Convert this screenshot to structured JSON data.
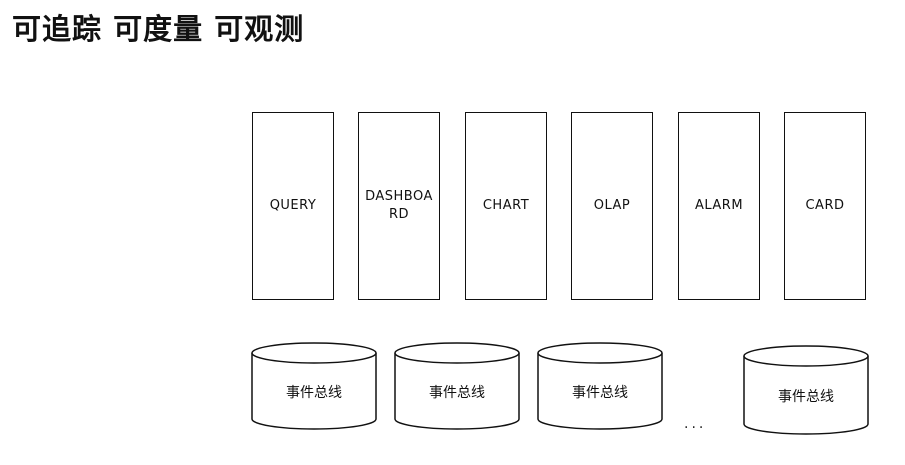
{
  "title": "可追踪 可度量 可观测",
  "modules": [
    {
      "label": "QUERY"
    },
    {
      "label": "DASHBOARD"
    },
    {
      "label": "CHART"
    },
    {
      "label": "OLAP"
    },
    {
      "label": "ALARM"
    },
    {
      "label": "CARD"
    }
  ],
  "event_buses": [
    {
      "label": "事件总线"
    },
    {
      "label": "事件总线"
    },
    {
      "label": "事件总线"
    },
    {
      "label": "事件总线"
    }
  ],
  "ellipsis": "..."
}
